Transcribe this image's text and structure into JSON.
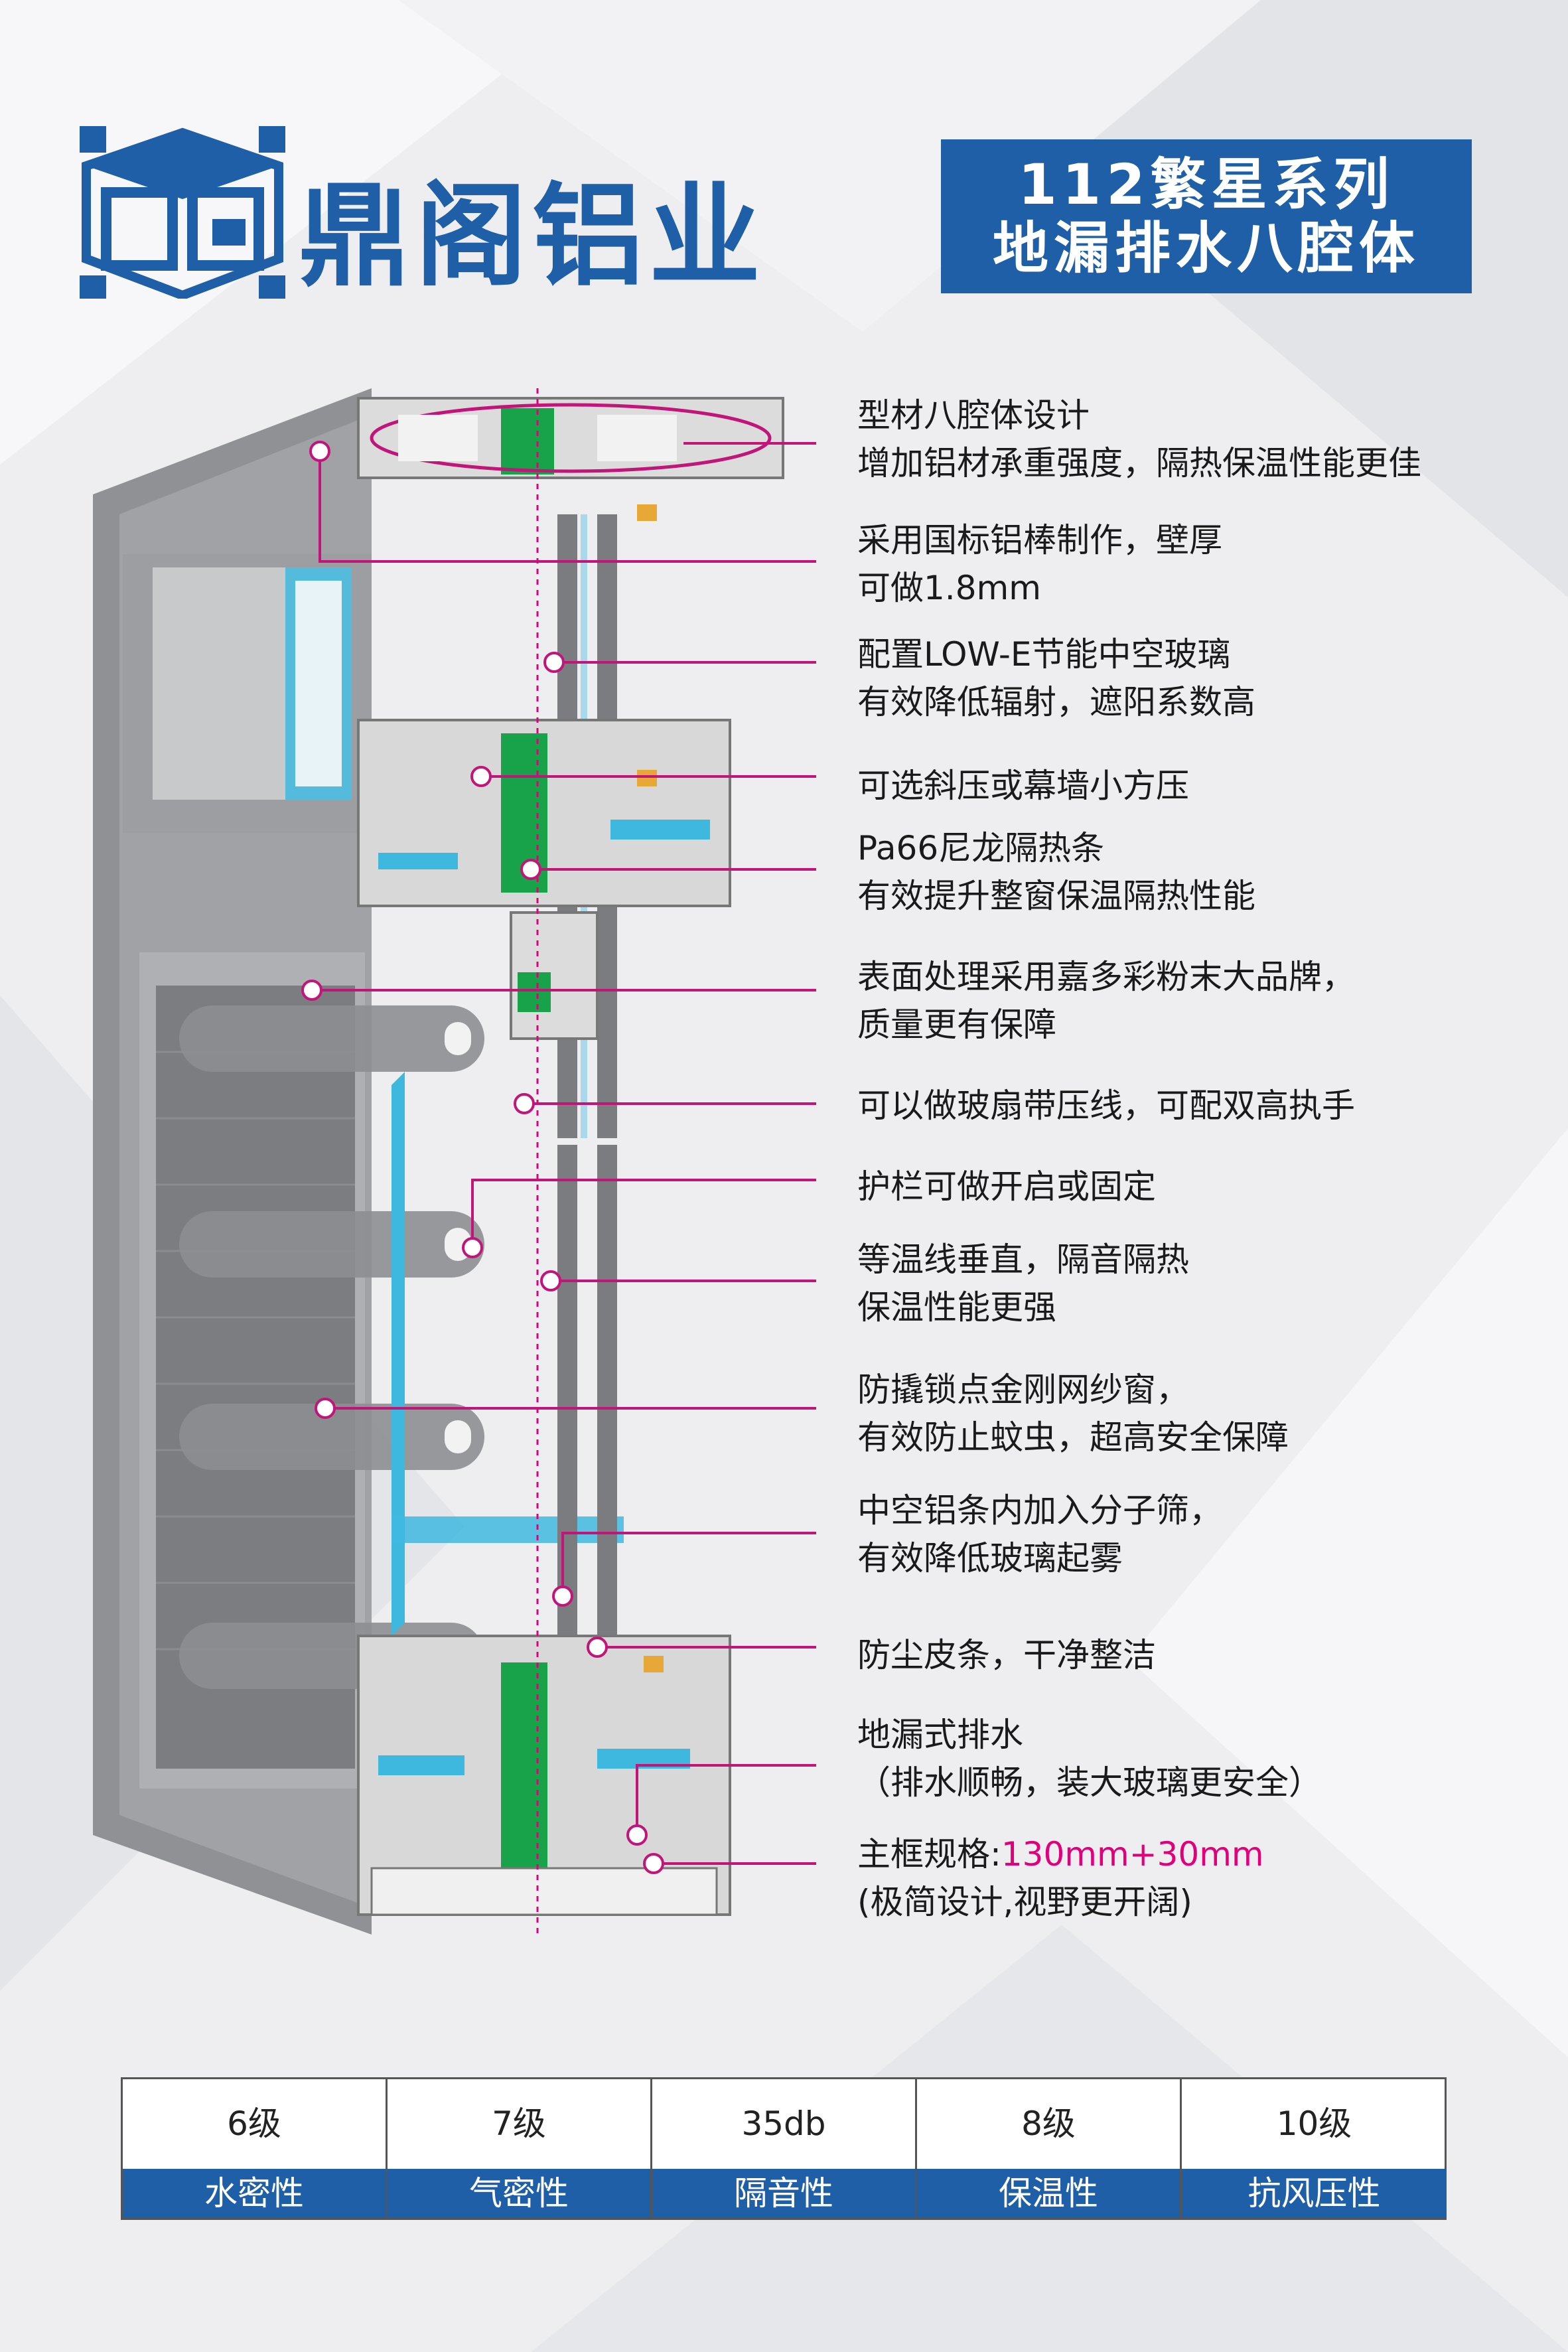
{
  "brand": {
    "name": "鼎阁铝业",
    "logo_icon": "dg-cube-logo-icon"
  },
  "series": {
    "line1": "112繁星系列",
    "line2": "地漏排水八腔体"
  },
  "colors": {
    "brand_blue": "#1f5fa8",
    "leader_magenta": "#c2157a",
    "highlight_pink": "#e2007a",
    "frame_gray": "#8d8f92",
    "insulation_green": "#18a34a",
    "glass_cyan": "#3fb8e0"
  },
  "features": [
    {
      "lines": [
        "型材八腔体设计",
        "增加铝材承重强度，隔热保温性能更佳"
      ]
    },
    {
      "lines": [
        "采用国标铝棒制作，壁厚",
        "可做1.8mm"
      ]
    },
    {
      "lines": [
        "配置LOW-E节能中空玻璃",
        "有效降低辐射，遮阳系数高"
      ]
    },
    {
      "lines": [
        "可选斜压或幕墙小方压"
      ]
    },
    {
      "lines": [
        "Pa66尼龙隔热条",
        "有效提升整窗保温隔热性能"
      ]
    },
    {
      "lines": [
        "表面处理采用嘉多彩粉末大品牌，",
        "质量更有保障"
      ]
    },
    {
      "lines": [
        "可以做玻扇带压线，可配双高执手"
      ]
    },
    {
      "lines": [
        "护栏可做开启或固定"
      ]
    },
    {
      "lines": [
        "等温线垂直，隔音隔热",
        "保温性能更强"
      ]
    },
    {
      "lines": [
        "防撬锁点金刚网纱窗，",
        "有效防止蚊虫，超高安全保障"
      ]
    },
    {
      "lines": [
        "中空铝条内加入分子筛，",
        "有效降低玻璃起雾"
      ]
    },
    {
      "lines": [
        "防尘皮条，干净整洁"
      ]
    },
    {
      "lines": [
        "地漏式排水",
        "（排水顺畅，装大玻璃更安全）"
      ]
    },
    {
      "lines": [
        "主框规格:",
        "(极简设计,视野更开阔)"
      ],
      "highlight": "130mm+30mm"
    }
  ],
  "specs": [
    {
      "value": "6级",
      "label": "水密性"
    },
    {
      "value": "7级",
      "label": "气密性"
    },
    {
      "value": "35db",
      "label": "隔音性"
    },
    {
      "value": "8级",
      "label": "保温性"
    },
    {
      "value": "10级",
      "label": "抗风压性"
    }
  ]
}
